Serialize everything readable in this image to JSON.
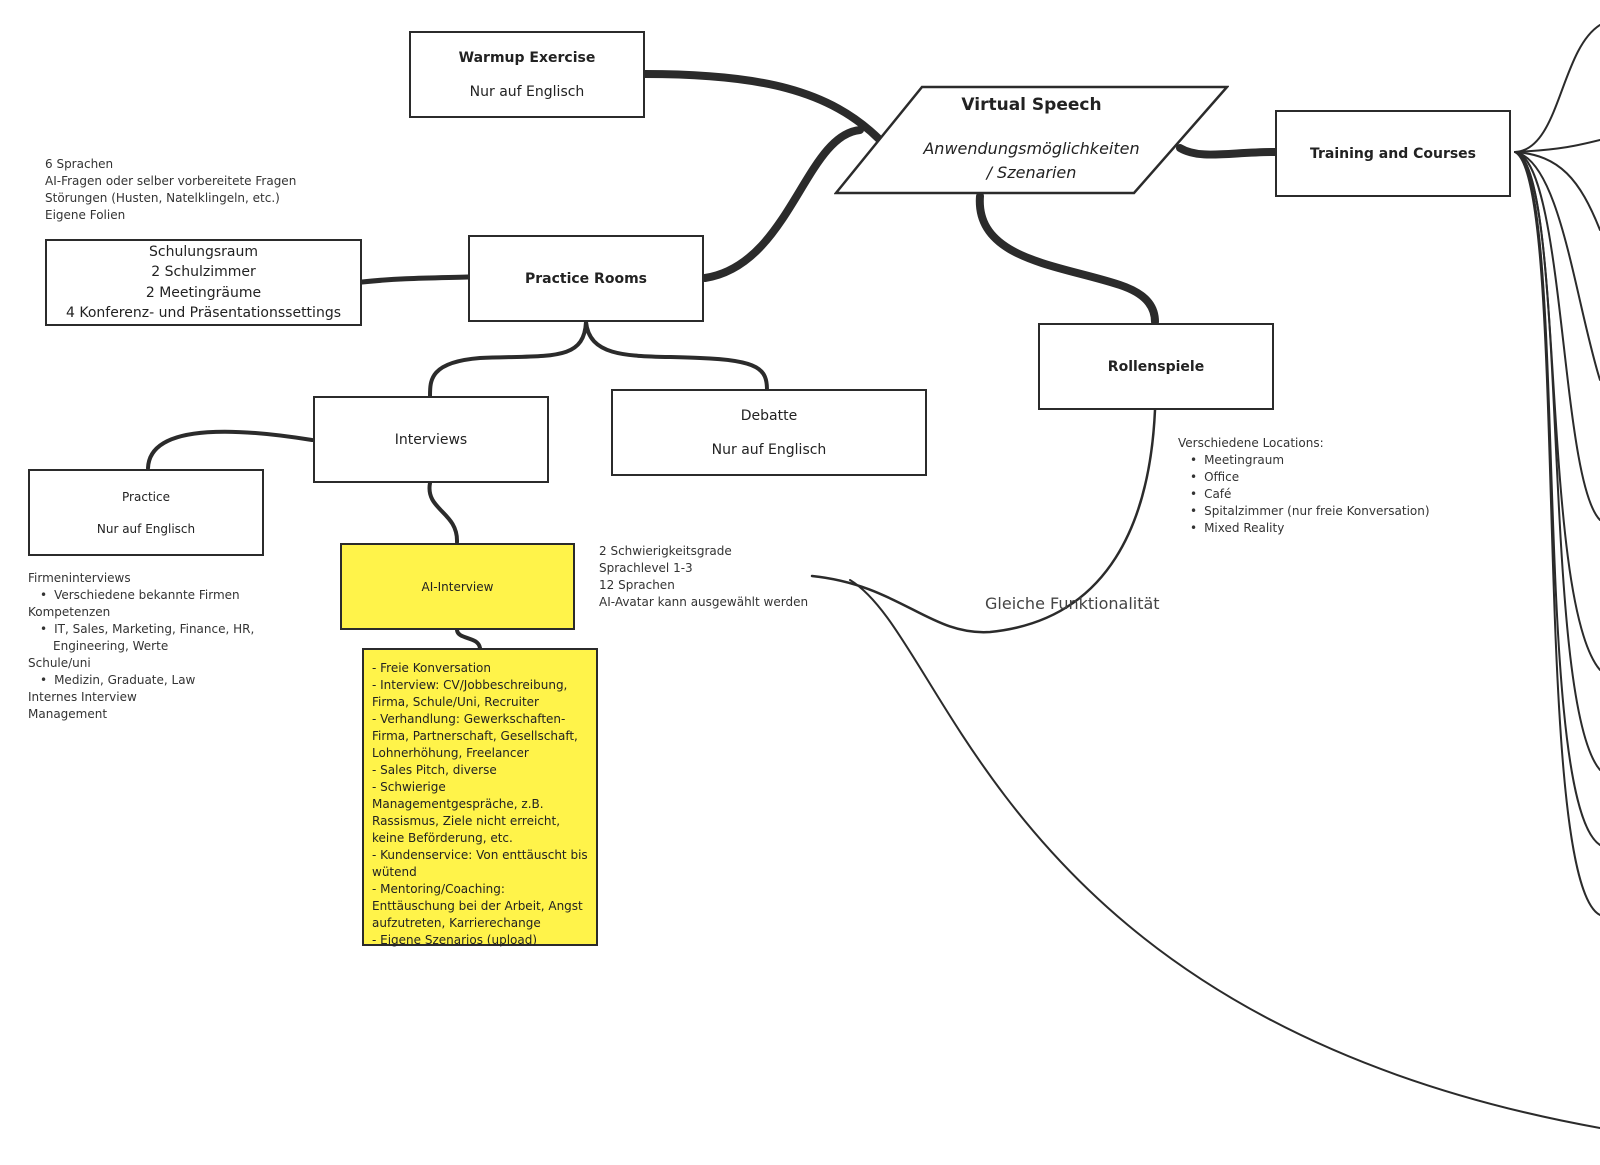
{
  "center": {
    "title": "Virtual Speech",
    "subtitle_line1": "Anwendungsmöglichkeiten",
    "subtitle_line2": "/ Szenarien"
  },
  "warmup": {
    "title": "Warmup Exercise",
    "sub": "Nur auf Englisch"
  },
  "training": {
    "title": "Training and Courses"
  },
  "practice_rooms": {
    "title": "Practice Rooms",
    "note": [
      "6 Sprachen",
      "AI-Fragen oder selber vorbereitete Fragen",
      "Störungen (Husten, Natelklingeln, etc.)",
      "Eigene Folien"
    ]
  },
  "schulungsraum": {
    "lines": [
      "Schulungsraum",
      "2 Schulzimmer",
      "2 Meetingräume",
      "4 Konferenz- und Präsentationssettings"
    ]
  },
  "interviews": {
    "title": "Interviews"
  },
  "debatte": {
    "title": "Debatte",
    "sub": "Nur auf Englisch"
  },
  "practice": {
    "title": "Practice",
    "sub": "Nur auf Englisch",
    "note": {
      "firmen": "Firmeninterviews",
      "firmen_item": "Verschiedene bekannte Firmen",
      "kompetenzen": "Kompetenzen",
      "kompetenzen_item_1": "IT, Sales, Marketing, Finance, HR,",
      "kompetenzen_item_2": "Engineering, Werte",
      "schule": "Schule/uni",
      "schule_item": "Medizin, Graduate, Law",
      "internes": "Internes Interview",
      "management": "Management"
    }
  },
  "ai_interview": {
    "title": "AI-Interview",
    "note": [
      "2 Schwierigkeitsgrade",
      "Sprachlevel 1-3",
      "12 Sprachen",
      "AI-Avatar kann ausgewählt werden"
    ]
  },
  "scenarios": [
    "- Freie Konversation",
    "- Interview: CV/Jobbeschreibung, Firma, Schule/Uni, Recruiter",
    "- Verhandlung: Gewerkschaften-Firma, Partnerschaft, Gesellschaft, Lohnerhöhung, Freelancer",
    "- Sales Pitch, diverse",
    "- Schwierige Managementgespräche, z.B. Rassismus, Ziele nicht erreicht, keine Beförderung, etc.",
    "- Kundenservice: Von enttäuscht bis wütend",
    "- Mentoring/Coaching: Enttäuschung bei der Arbeit, Angst aufzutreten, Karrierechange",
    "- Eigene Szenarios (upload)"
  ],
  "rollenspiele": {
    "title": "Rollenspiele",
    "locations_label": "Verschiedene Locations:",
    "locations": [
      "Meetingraum",
      "Office",
      "Café",
      "Spitalzimmer (nur freie Konversation)",
      "Mixed Reality"
    ]
  },
  "gleiche": "Gleiche Funktionalität",
  "colors": {
    "line": "#2b2b2b",
    "highlight": "#fff34a"
  }
}
